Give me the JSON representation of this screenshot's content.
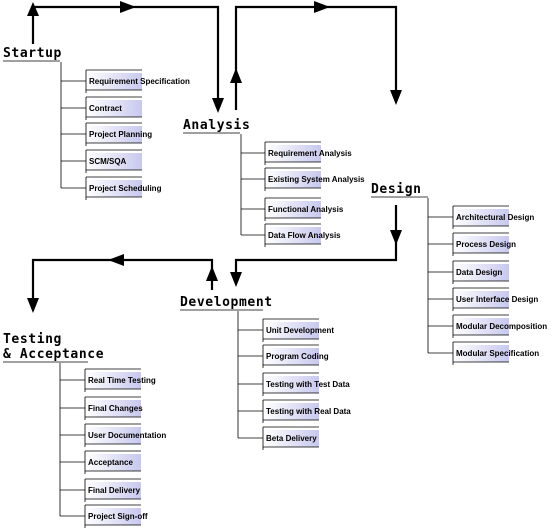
{
  "colors": {
    "task_fill_start": "#ffffff",
    "task_fill_end": "#c8c8ee",
    "line": "#000000"
  },
  "phases": {
    "startup": {
      "label": "Startup",
      "tasks": [
        "Requirement Specification",
        "Contract",
        "Project Planning",
        "SCM/SQA",
        "Project Scheduling"
      ]
    },
    "analysis": {
      "label": "Analysis",
      "tasks": [
        "Requirement Analysis",
        "Existing System Analysis",
        "Functional Analysis",
        "Data Flow Analysis"
      ]
    },
    "design": {
      "label": "Design",
      "tasks": [
        "Architectural Design",
        "Process Design",
        "Data Design",
        "User Interface Design",
        "Modular Decomposition",
        "Modular Specification"
      ]
    },
    "development": {
      "label": "Development",
      "tasks": [
        "Unit Development",
        "Program Coding",
        "Testing with Test Data",
        "Testing with Real Data",
        "Beta Delivery"
      ]
    },
    "testing": {
      "label_line1": "Testing",
      "label_line2": "& Acceptance",
      "tasks": [
        "Real Time Testing",
        "Final Changes",
        "User Documentation",
        "Acceptance",
        "Final Delivery",
        "Project Sign-off"
      ]
    }
  }
}
